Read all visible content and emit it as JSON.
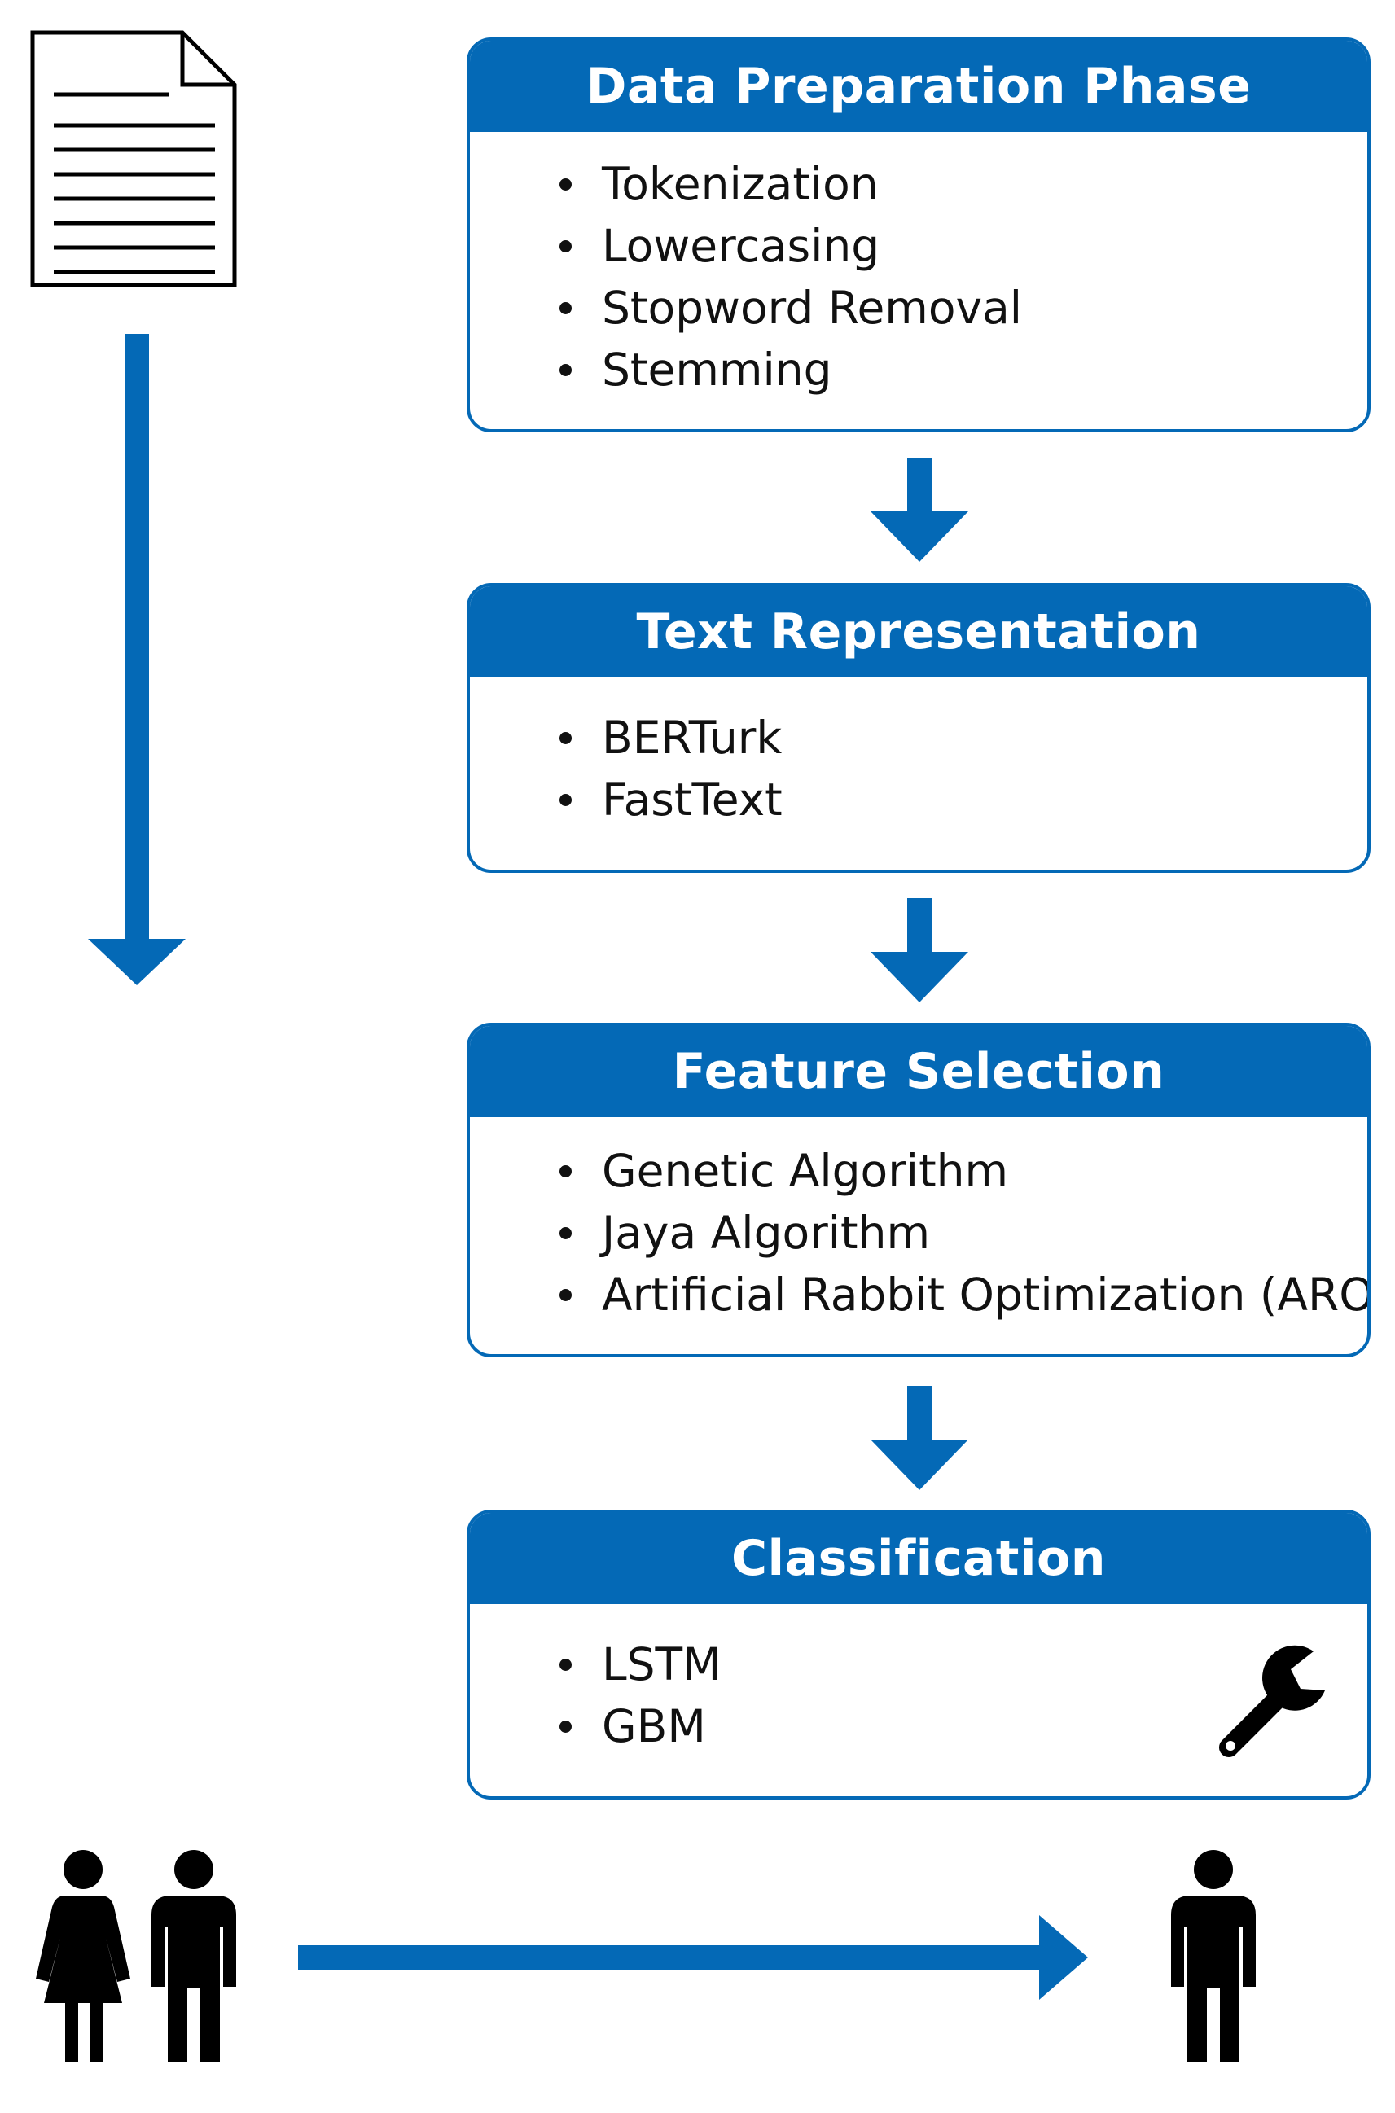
{
  "colors": {
    "accent": "#0469b6",
    "text": "#111111",
    "icon": "#000000"
  },
  "icons": {
    "source": "document-icon",
    "tool": "wrench-icon",
    "input_users": "users-group-icon",
    "output_user": "user-icon"
  },
  "stages": [
    {
      "title": "Data Preparation Phase",
      "items": [
        "Tokenization",
        "Lowercasing",
        "Stopword Removal",
        "Stemming"
      ]
    },
    {
      "title": "Text Representation",
      "items": [
        "BERTurk",
        "FastText"
      ]
    },
    {
      "title": "Feature Selection",
      "items": [
        "Genetic Algorithm",
        "Jaya Algorithm",
        "Artificial Rabbit Optimization (ARO)"
      ]
    },
    {
      "title": "Classification",
      "items": [
        "LSTM",
        "GBM"
      ]
    }
  ]
}
